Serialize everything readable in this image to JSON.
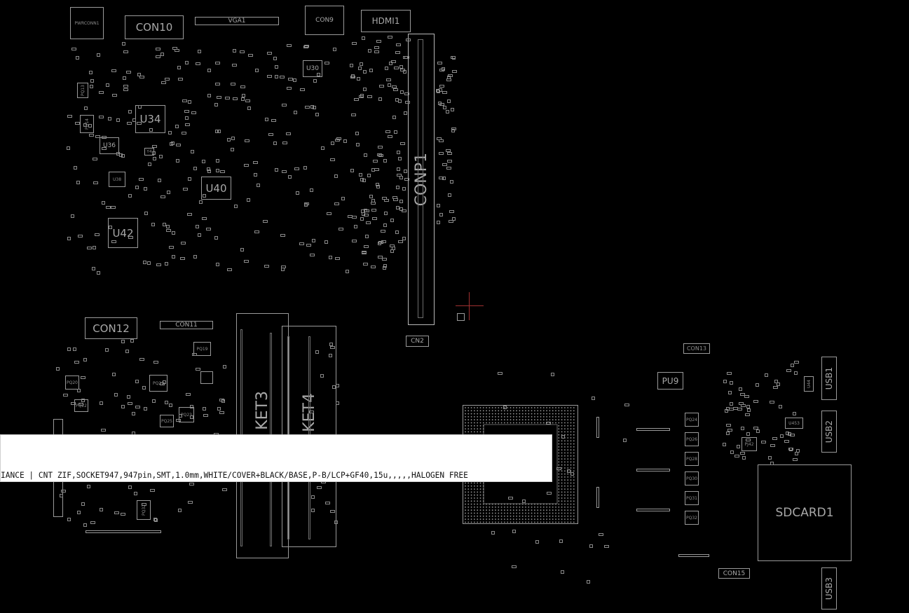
{
  "labels": {
    "pwrconn": "PWRCONN1",
    "con10": "CON10",
    "vga": "VGA1",
    "con9": "CON9",
    "hdmi": "HDMI1",
    "conp1": "CONP1",
    "u30": "U30",
    "u34": "U34",
    "u36": "U36",
    "u38": "U38",
    "u40": "U40",
    "u42": "U42",
    "pq13": "PQ13",
    "pq14": "PQ14",
    "y4": "Y4",
    "con12": "CON12",
    "con11": "CON11",
    "pq19": "PQ19",
    "pq20": "PQ20",
    "pq21": "PQ21",
    "pq22": "PQ22",
    "pq23": "PQ23",
    "pq25": "PQ25",
    "pq32": "PQ32",
    "cn2": "CN2",
    "socket3": "KET3",
    "socket4": "KET4",
    "con13": "CON13",
    "pu9": "PU9",
    "usb1": "USB1",
    "usb2": "USB2",
    "usb3": "USB3",
    "u44": "U44",
    "u453": "U453",
    "sdcard": "SDCARD1",
    "con15": "CON15",
    "pq24": "PQ24",
    "pq26": "PQ26",
    "pq28": "PQ28",
    "pq30": "PQ30",
    "pq31": "PQ31",
    "pq33": "PQ32",
    "pj42": "PJ42"
  },
  "tooltip": {
    "text": "IANCE | CNT ZIF,SOCKET947,947pin,SMT,1.0mm,WHITE/COVER+BLACK/BASE,P-B/LCP+GF40,15u,,,,,HALOGEN FREE"
  },
  "colors": {
    "background": "#000000",
    "outline": "#9a9a9a",
    "crosshair": "#a03030",
    "tooltip_bg": "#ffffff"
  }
}
